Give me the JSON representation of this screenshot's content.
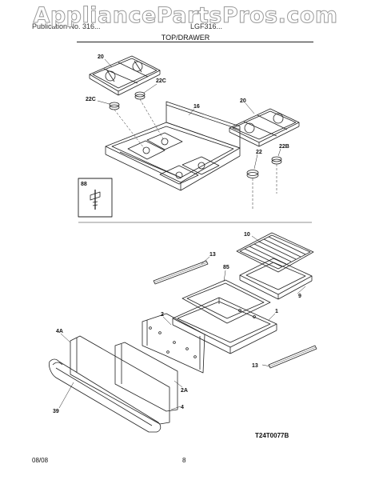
{
  "watermark": "AppliancePartsPros.com",
  "header": {
    "left_text": "Publication No. 316...",
    "right_text": "LGF316...",
    "section_title": "TOP/DRAWER"
  },
  "callouts": {
    "c20a": "20",
    "c22c_top": "22C",
    "c22c_left": "22C",
    "c16": "16",
    "c20b": "20",
    "c22": "22",
    "c22b": "22B",
    "c88": "88",
    "c13_top": "13",
    "c10": "10",
    "c85": "85",
    "c9": "9",
    "c2": "2",
    "c1": "1",
    "c4a": "4A",
    "c2a": "2A",
    "c39": "39",
    "c4": "4",
    "c13_bottom": "13"
  },
  "part_number": "T24T0077B",
  "footer": {
    "date": "08/08",
    "page": "8"
  }
}
